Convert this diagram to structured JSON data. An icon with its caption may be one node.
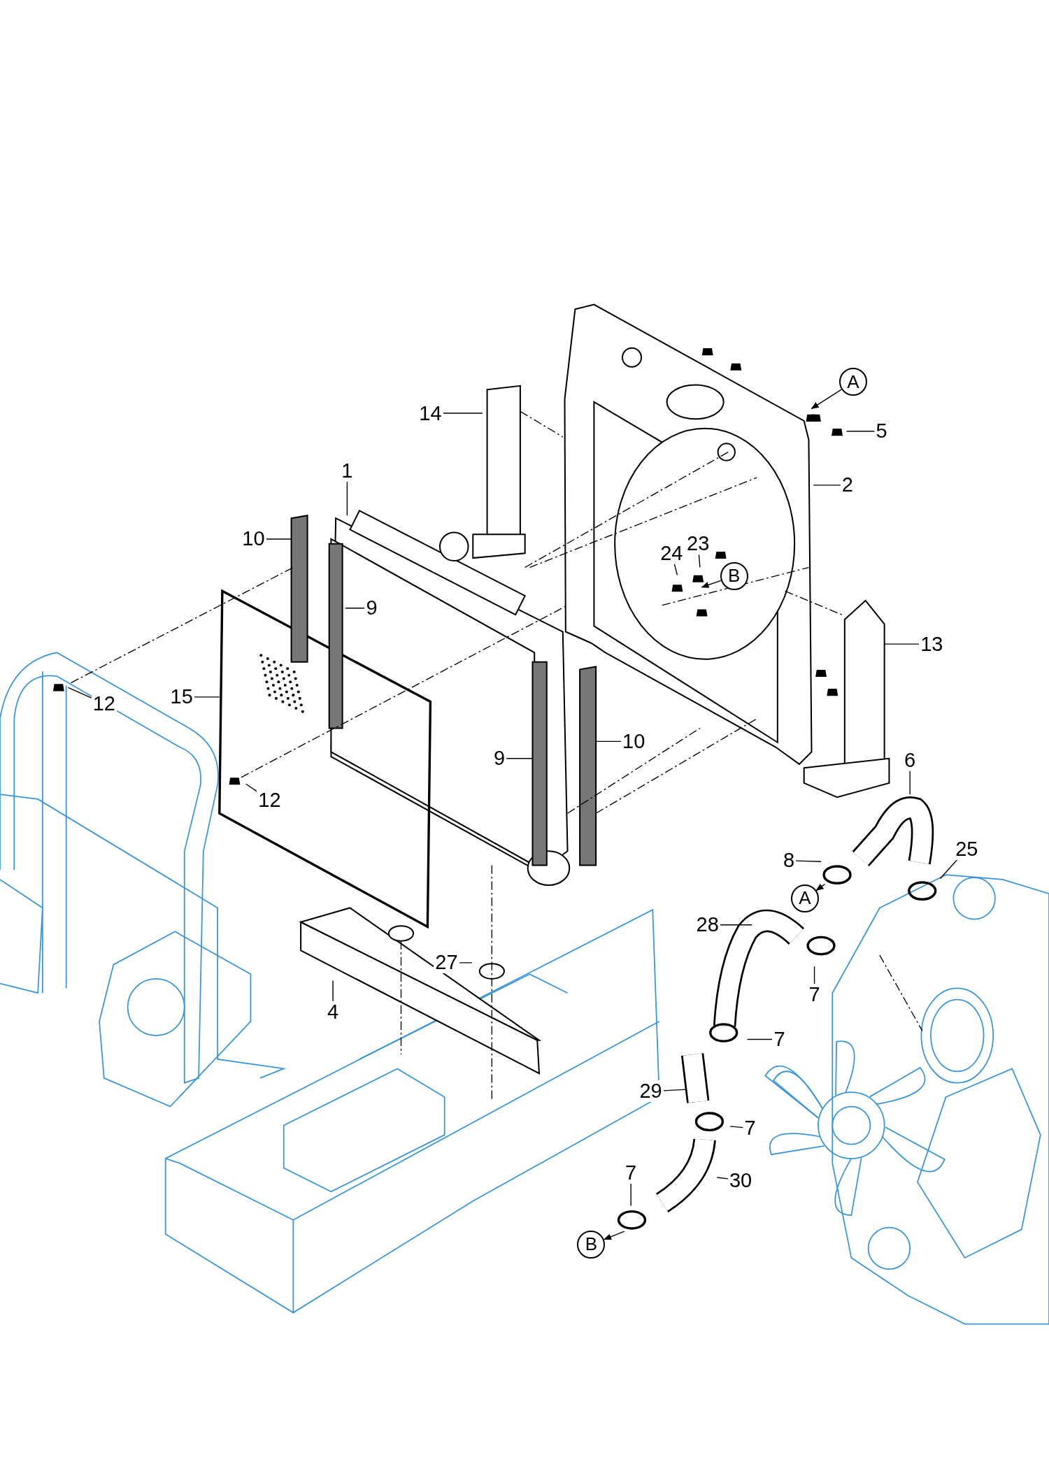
{
  "diagram": {
    "nodes": [
      {
        "text": [
          "14"
        ]
      },
      {
        "text": [
          "1"
        ]
      },
      {
        "text": [
          "A"
        ]
      },
      {
        "text": [
          "5"
        ]
      },
      {
        "text": [
          "2"
        ]
      },
      {
        "text": [
          "10"
        ]
      },
      {
        "text": [
          "24"
        ]
      },
      {
        "text": [
          "23"
        ]
      },
      {
        "text": [
          "B"
        ]
      },
      {
        "text": [
          "9"
        ]
      },
      {
        "text": [
          "13"
        ]
      },
      {
        "text": [
          "15"
        ]
      },
      {
        "text": [
          "12"
        ]
      },
      {
        "text": [
          "10"
        ]
      },
      {
        "text": [
          "9"
        ]
      },
      {
        "text": [
          "6"
        ]
      },
      {
        "text": [
          "12"
        ]
      },
      {
        "text": [
          "25"
        ]
      },
      {
        "text": [
          "8"
        ]
      },
      {
        "text": [
          "A"
        ]
      },
      {
        "text": [
          "28"
        ]
      },
      {
        "text": [
          "27"
        ]
      },
      {
        "text": [
          "7"
        ]
      },
      {
        "text": [
          "4"
        ]
      },
      {
        "text": [
          "7"
        ]
      },
      {
        "text": [
          "29"
        ]
      },
      {
        "text": [
          "7"
        ]
      },
      {
        "text": [
          "30"
        ]
      },
      {
        "text": [
          "7"
        ]
      },
      {
        "text": [
          "B"
        ]
      }
    ],
    "edges": [
      {
        "from": 0,
        "to": null,
        "arrow": "none"
      },
      {
        "from": 1,
        "to": null,
        "arrow": "none"
      },
      {
        "from": 2,
        "to": null,
        "arrow": "to"
      },
      {
        "from": 3,
        "to": null,
        "arrow": "none"
      },
      {
        "from": 4,
        "to": null,
        "arrow": "none"
      },
      {
        "from": 5,
        "to": null,
        "arrow": "none"
      },
      {
        "from": 6,
        "to": null,
        "arrow": "none"
      },
      {
        "from": 7,
        "to": null,
        "arrow": "none"
      },
      {
        "from": 8,
        "to": null,
        "arrow": "to"
      },
      {
        "from": 9,
        "to": null,
        "arrow": "none"
      },
      {
        "from": 10,
        "to": null,
        "arrow": "none"
      },
      {
        "from": 11,
        "to": null,
        "arrow": "none"
      },
      {
        "from": 12,
        "to": null,
        "arrow": "none"
      },
      {
        "from": 13,
        "to": null,
        "arrow": "none"
      },
      {
        "from": 14,
        "to": null,
        "arrow": "none"
      },
      {
        "from": 15,
        "to": null,
        "arrow": "none"
      },
      {
        "from": 16,
        "to": null,
        "arrow": "none"
      },
      {
        "from": 17,
        "to": null,
        "arrow": "none"
      },
      {
        "from": 18,
        "to": null,
        "arrow": "none"
      },
      {
        "from": null,
        "to": 19,
        "arrow": "to"
      },
      {
        "from": 20,
        "to": null,
        "arrow": "none"
      },
      {
        "from": 21,
        "to": null,
        "arrow": "none"
      },
      {
        "from": 22,
        "to": null,
        "arrow": "none"
      },
      {
        "from": 23,
        "to": null,
        "arrow": "none"
      },
      {
        "from": 24,
        "to": null,
        "arrow": "none"
      },
      {
        "from": 25,
        "to": null,
        "arrow": "none"
      },
      {
        "from": 26,
        "to": null,
        "arrow": "none"
      },
      {
        "from": 27,
        "to": null,
        "arrow": "none"
      },
      {
        "from": 28,
        "to": null,
        "arrow": "none"
      },
      {
        "from": null,
        "to": 29,
        "arrow": "to"
      }
    ]
  }
}
